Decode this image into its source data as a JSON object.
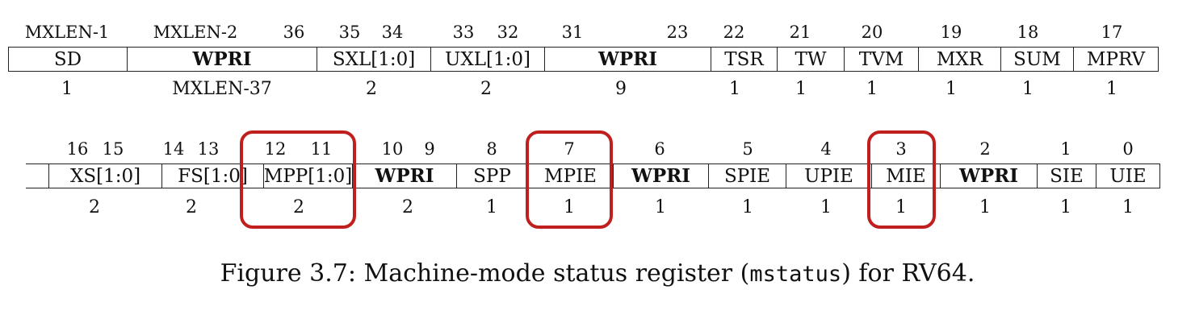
{
  "row1": {
    "bit_labels": [
      "MXLEN-1",
      "MXLEN-2",
      "36",
      "35",
      "34",
      "33",
      "32",
      "31",
      "23",
      "22",
      "21",
      "20",
      "19",
      "18",
      "17"
    ],
    "fields": [
      {
        "name": "SD",
        "bold": false,
        "width": "1"
      },
      {
        "name": "WPRI",
        "bold": true,
        "width": "MXLEN-37"
      },
      {
        "name": "SXL[1:0]",
        "bold": false,
        "width": "2"
      },
      {
        "name": "UXL[1:0]",
        "bold": false,
        "width": "2"
      },
      {
        "name": "WPRI",
        "bold": true,
        "width": "9"
      },
      {
        "name": "TSR",
        "bold": false,
        "width": "1"
      },
      {
        "name": "TW",
        "bold": false,
        "width": "1"
      },
      {
        "name": "TVM",
        "bold": false,
        "width": "1"
      },
      {
        "name": "MXR",
        "bold": false,
        "width": "1"
      },
      {
        "name": "SUM",
        "bold": false,
        "width": "1"
      },
      {
        "name": "MPRV",
        "bold": false,
        "width": "1"
      }
    ]
  },
  "row2": {
    "bit_labels": [
      "16",
      "15",
      "14",
      "13",
      "12",
      "11",
      "10",
      "9",
      "8",
      "7",
      "6",
      "5",
      "4",
      "3",
      "2",
      "1",
      "0"
    ],
    "fields": [
      {
        "name": "XS[1:0]",
        "bold": false,
        "width": "2"
      },
      {
        "name": "FS[1:0]",
        "bold": false,
        "width": "2"
      },
      {
        "name": "MPP[1:0]",
        "bold": false,
        "width": "2"
      },
      {
        "name": "WPRI",
        "bold": true,
        "width": "2"
      },
      {
        "name": "SPP",
        "bold": false,
        "width": "1"
      },
      {
        "name": "MPIE",
        "bold": false,
        "width": "1"
      },
      {
        "name": "WPRI",
        "bold": true,
        "width": "1"
      },
      {
        "name": "SPIE",
        "bold": false,
        "width": "1"
      },
      {
        "name": "UPIE",
        "bold": false,
        "width": "1"
      },
      {
        "name": "MIE",
        "bold": false,
        "width": "1"
      },
      {
        "name": "WPRI",
        "bold": true,
        "width": "1"
      },
      {
        "name": "SIE",
        "bold": false,
        "width": "1"
      },
      {
        "name": "UIE",
        "bold": false,
        "width": "1"
      }
    ]
  },
  "highlighted_fields": [
    "MPP[1:0]",
    "MPIE",
    "MIE"
  ],
  "highlight_color": "#c0201d",
  "caption": {
    "prefix": "Figure 3.7: Machine-mode status register (",
    "code": "mstatus",
    "suffix": ") for RV64."
  }
}
